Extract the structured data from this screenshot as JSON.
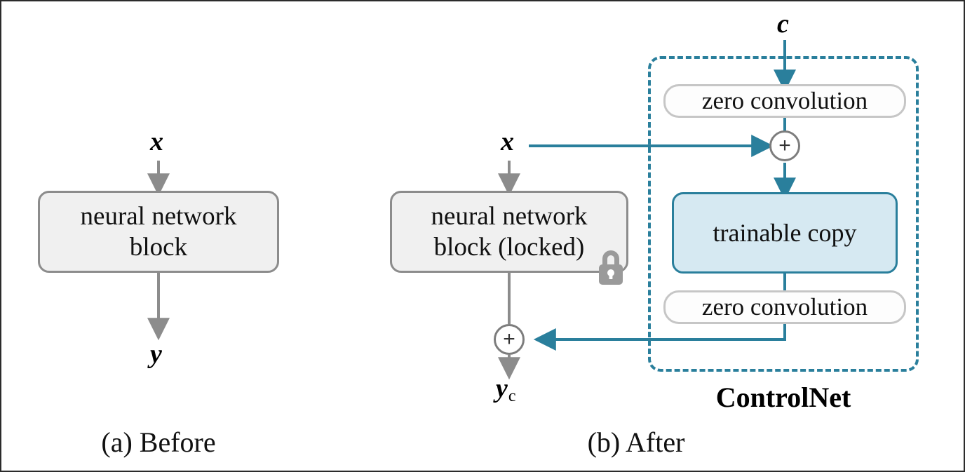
{
  "figure": {
    "title": "ControlNet block diagram",
    "colors": {
      "teal": "#2a7f9c",
      "gray_arrow": "#8c8c8c",
      "block_fill": "#f0f0f0",
      "block_border": "#8c8c8c",
      "pill_fill": "#fdfdfd",
      "pill_border": "#c6c6c6",
      "trainable_fill": "#d6e9f2",
      "trainable_border": "#2a7f9c",
      "text": "#111111"
    }
  },
  "panel_a": {
    "caption": "(a) Before",
    "input_label": "x",
    "block_line1": "neural network",
    "block_line2": "block",
    "output_label": "y"
  },
  "panel_b": {
    "caption": "(b) After",
    "input_label": "x",
    "condition_label": "c",
    "block_line1": "neural network",
    "block_line2": "block (locked)",
    "lock_icon": "lock-icon",
    "zero_conv_top": "zero convolution",
    "trainable_copy": "trainable copy",
    "zero_conv_bottom": "zero convolution",
    "controlnet_label": "ControlNet",
    "output_label": "y",
    "output_subscript": "c",
    "add_symbol_top": "+",
    "add_symbol_bottom": "+"
  }
}
